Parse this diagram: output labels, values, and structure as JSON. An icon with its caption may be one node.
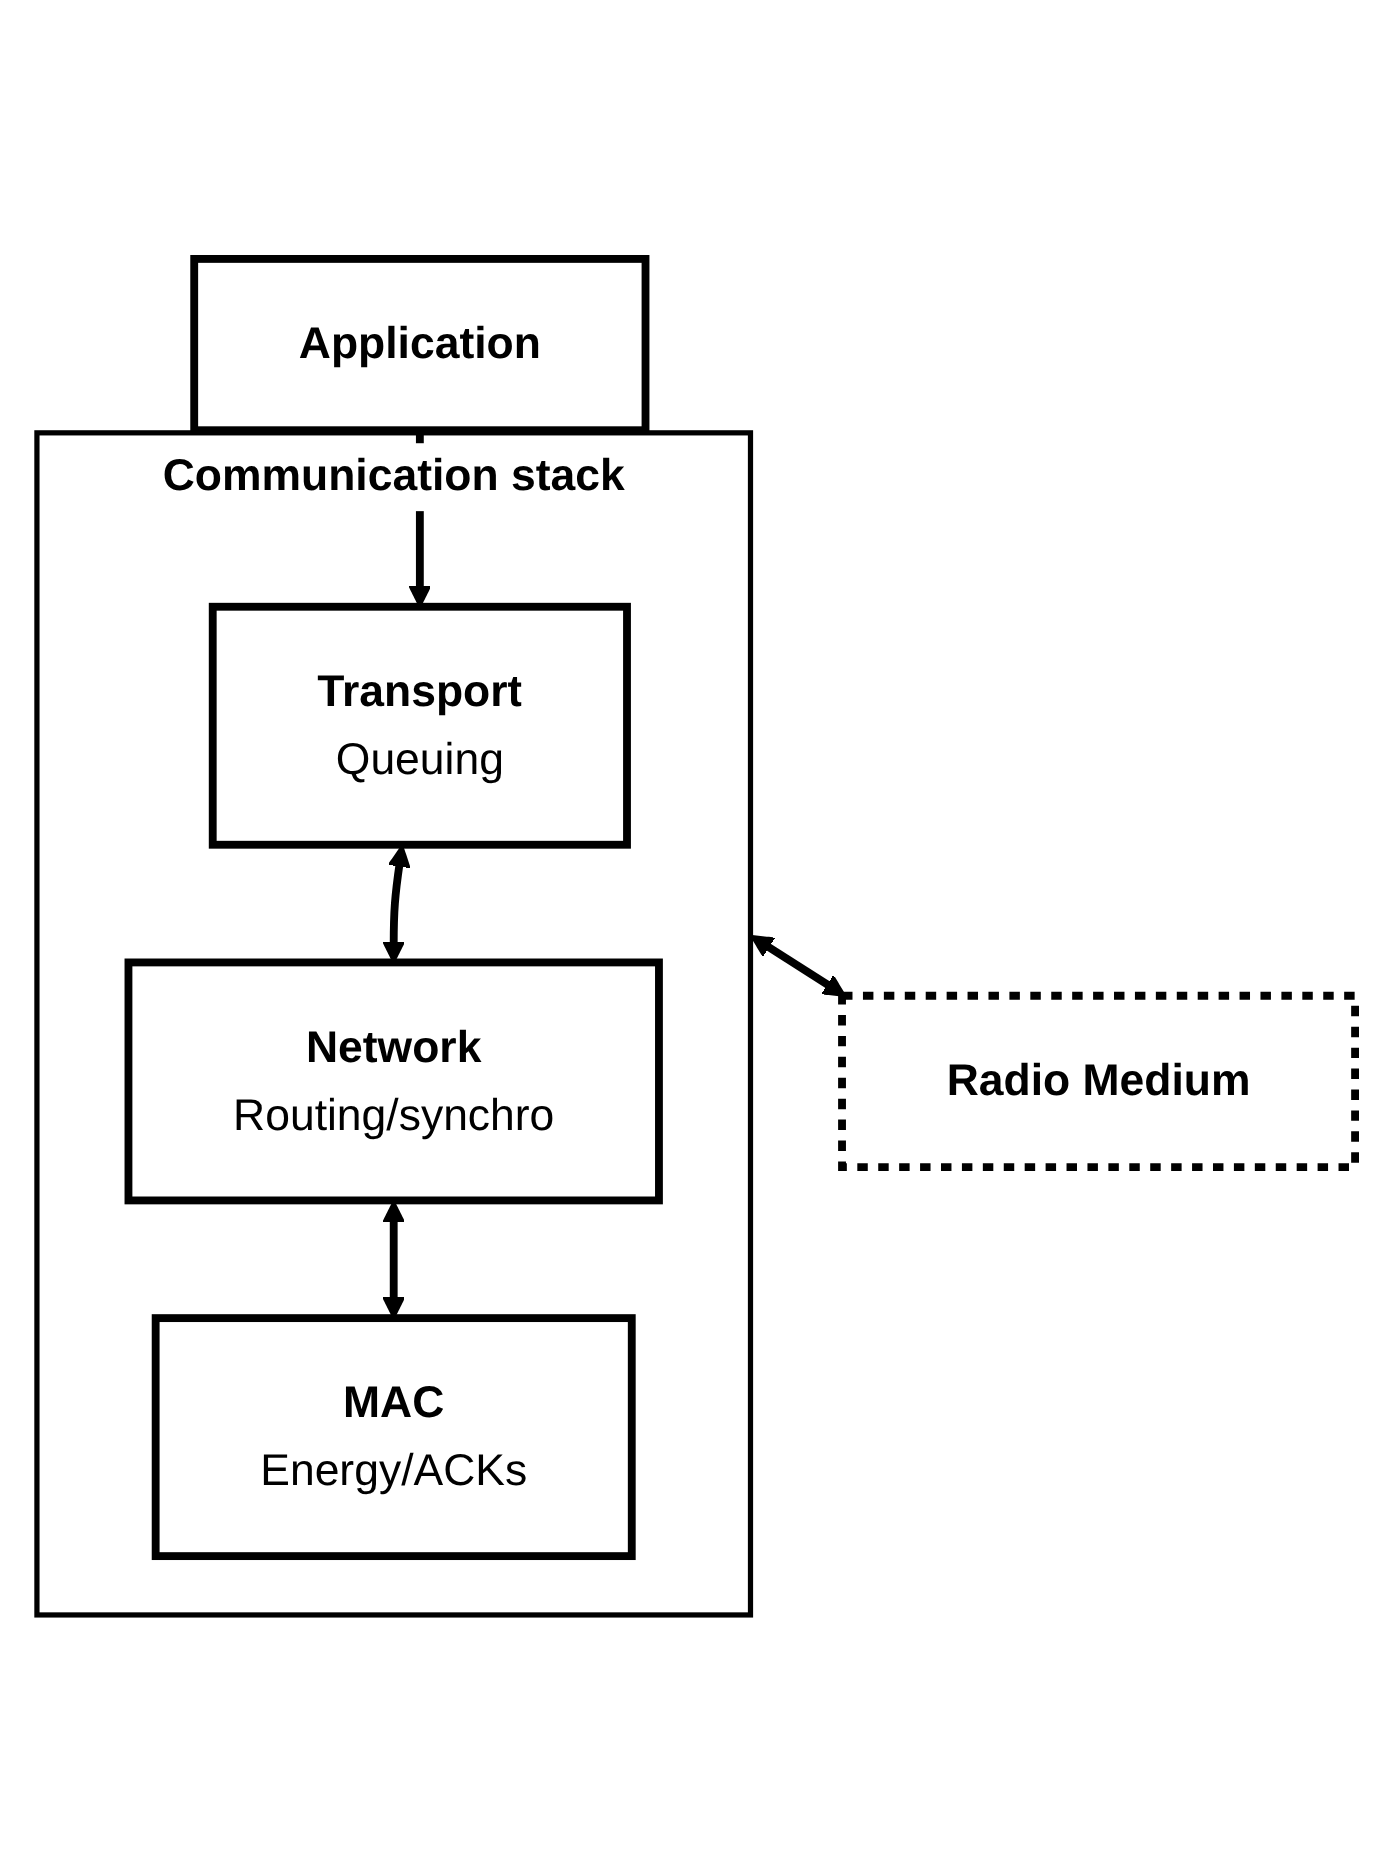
{
  "diagram": {
    "nodes": [
      {
        "text": [
          "Application"
        ]
      },
      {
        "text": [
          "Communication stack"
        ]
      },
      {
        "text": [
          "Transport",
          "Queuing"
        ],
        "in": 1
      },
      {
        "text": [
          "Network",
          "Routing/synchro"
        ],
        "in": 1
      },
      {
        "text": [
          "MAC",
          "Energy/ACKs"
        ],
        "in": 1
      },
      {
        "text": [
          "Radio Medium"
        ]
      }
    ],
    "edges": [
      {
        "from": 0,
        "to": 2,
        "arrow": "to"
      },
      {
        "from": 2,
        "to": 3,
        "arrow": "both"
      },
      {
        "from": 3,
        "to": 4,
        "arrow": "both"
      },
      {
        "from": 1,
        "to": 5,
        "arrow": "both"
      }
    ]
  }
}
